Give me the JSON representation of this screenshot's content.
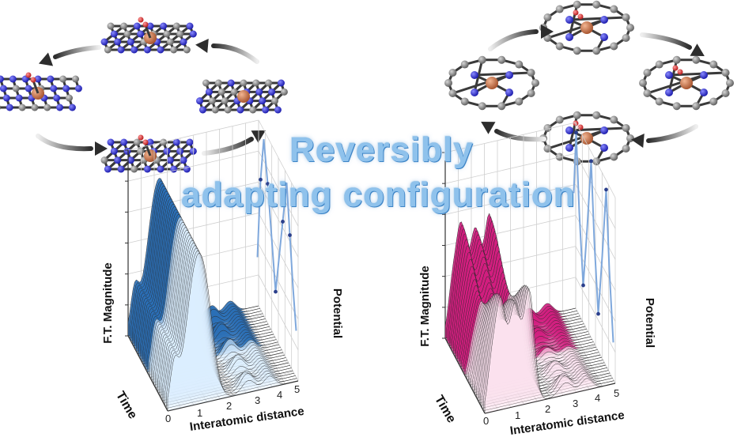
{
  "headline": {
    "line1": "Reversibly",
    "line2": "adapting configuration"
  },
  "plots": [
    {
      "id": "left",
      "color_light": "#dcefff",
      "color_dark": "#2b6fb6",
      "ylabel": "F.T. Magnitude",
      "xlabel": "Interatomic distance",
      "tlabel": "Time",
      "plabel": "Potential",
      "xticks": [
        "0",
        "1",
        "2",
        "3",
        "4",
        "5"
      ]
    },
    {
      "id": "right",
      "color_light": "#fbe1ef",
      "color_dark": "#d21e7f",
      "ylabel": "F.T. Magnitude",
      "xlabel": "Interatomic distance",
      "tlabel": "Time",
      "plabel": "Potential",
      "xticks": [
        "0",
        "1",
        "2",
        "3",
        "4",
        "5"
      ]
    }
  ],
  "colors": {
    "nitrogen": "#2a2acf",
    "carbon": "#7a7a7a",
    "metal": "#c8744a",
    "oxygen": "#d42a2a",
    "arrow": "#444444",
    "potential_line": "#7fa8dc",
    "potential_dot": "#2b3f8c"
  }
}
